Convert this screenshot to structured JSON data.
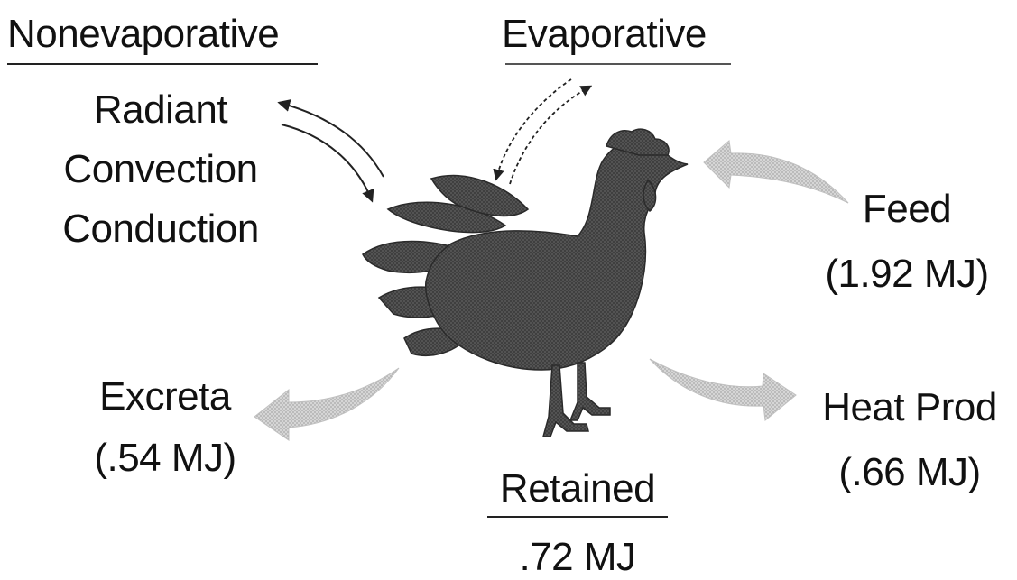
{
  "nonevaporative": {
    "heading": "Nonevaporative",
    "items": [
      "Radiant",
      "Convection",
      "Conduction"
    ]
  },
  "evaporative": {
    "heading": "Evaporative"
  },
  "feed": {
    "label": "Feed",
    "value": "(1.92 MJ)"
  },
  "excreta": {
    "label": "Excreta",
    "value": "(.54 MJ)"
  },
  "heat_prod": {
    "label": "Heat Prod",
    "value": "(.66 MJ)"
  },
  "retained": {
    "label": "Retained",
    "value": ".72 MJ"
  },
  "icons": {
    "center": "rooster-icon"
  },
  "colors": {
    "text": "#111111",
    "rooster": "#4a4a4a",
    "flow_arrow": "#c4c4c4"
  }
}
